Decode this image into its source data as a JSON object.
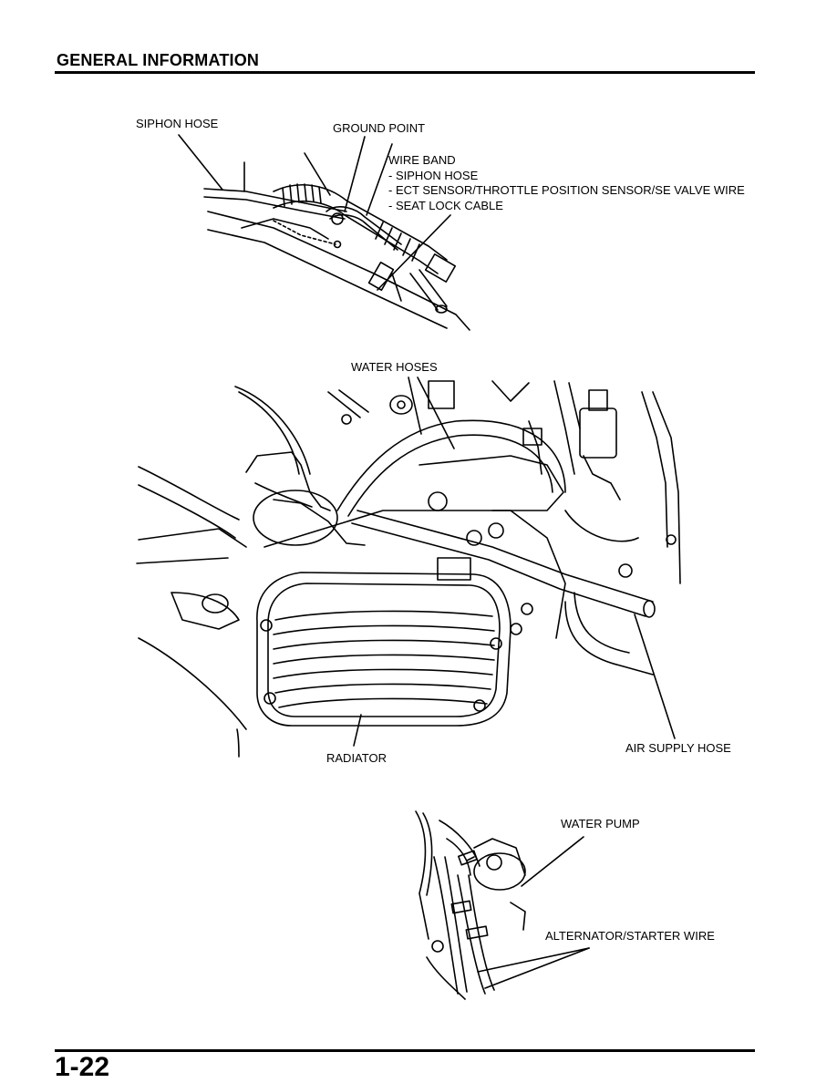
{
  "header": {
    "title": "GENERAL INFORMATION"
  },
  "figure1": {
    "labels": {
      "siphon_hose": "SIPHON HOSE",
      "ground_point": "GROUND POINT"
    },
    "wire_band": {
      "title": "WIRE BAND",
      "items": [
        "- SIPHON HOSE",
        "- ECT SENSOR/THROTTLE POSITION SENSOR/SE VALVE WIRE",
        "- SEAT LOCK CABLE"
      ]
    }
  },
  "figure2": {
    "labels": {
      "water_hoses": "WATER HOSES",
      "radiator": "RADIATOR",
      "air_supply_hose": "AIR SUPPLY HOSE"
    }
  },
  "figure3": {
    "labels": {
      "water_pump": "WATER PUMP",
      "alternator_starter_wire": "ALTERNATOR/STARTER WIRE"
    }
  },
  "footer": {
    "page_number": "1-22"
  }
}
